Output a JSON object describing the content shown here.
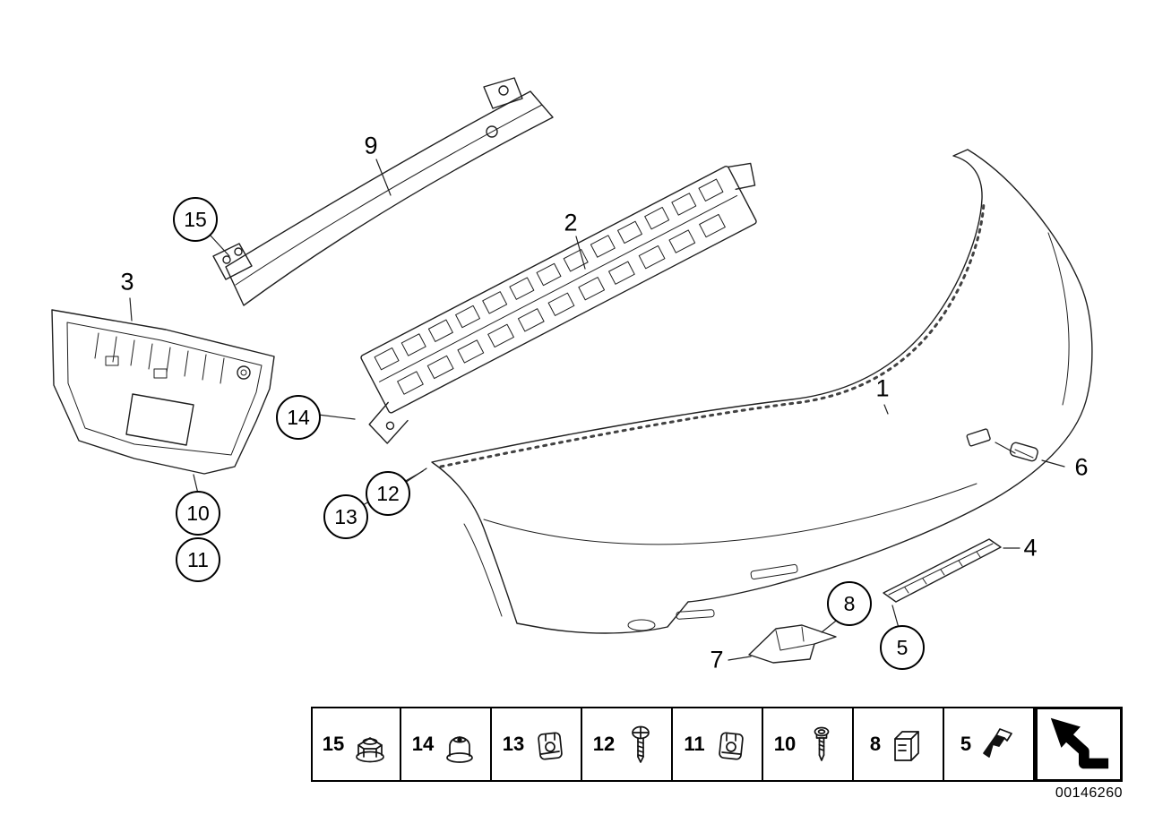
{
  "diagram": {
    "id": "00146260"
  },
  "callouts": {
    "c1": {
      "label": "1"
    },
    "c2": {
      "label": "2"
    },
    "c3": {
      "label": "3"
    },
    "c4": {
      "label": "4"
    },
    "c5": {
      "label": "5"
    },
    "c6": {
      "label": "6"
    },
    "c7": {
      "label": "7"
    },
    "c8": {
      "label": "8"
    },
    "c9": {
      "label": "9"
    },
    "c10": {
      "label": "10"
    },
    "c11": {
      "label": "11"
    },
    "c12": {
      "label": "12"
    },
    "c13": {
      "label": "13"
    },
    "c14": {
      "label": "14"
    },
    "c15": {
      "label": "15"
    }
  },
  "legend": {
    "cells": [
      {
        "label": "15",
        "icon": "flange-nut"
      },
      {
        "label": "14",
        "icon": "cap-nut"
      },
      {
        "label": "13",
        "icon": "sheet-metal-nut"
      },
      {
        "label": "12",
        "icon": "phillips-screw"
      },
      {
        "label": "11",
        "icon": "sheet-metal-nut"
      },
      {
        "label": "10",
        "icon": "hex-screw"
      },
      {
        "label": "8",
        "icon": "expansion-clip"
      },
      {
        "label": "5",
        "icon": "trim-clip"
      }
    ],
    "nav_icon": "return-arrow"
  }
}
